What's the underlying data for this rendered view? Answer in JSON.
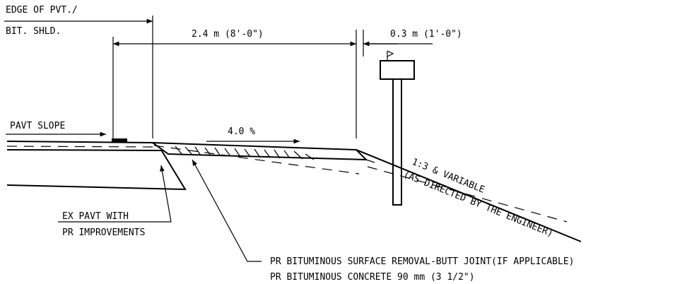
{
  "labels": {
    "edge_line1": "EDGE OF PVT./",
    "edge_line2": "BIT. SHLD.",
    "dim_width": "2.4 m (8'-0\")",
    "dim_offset": "0.3 m (1'-0\")",
    "pavt_slope": "PAVT SLOPE",
    "slope_pct": "4.0 %",
    "side_slope": "1:3 & VARIABLE",
    "as_directed": "(AS DIRECTED BY THE ENGINEER)",
    "ex_pavt_line1": "EX PAVT WITH",
    "ex_pavt_line2": "PR IMPROVEMENTS",
    "note_line1": "PR BITUMINOUS SURFACE REMOVAL-BUTT JOINT(IF APPLICABLE)",
    "note_line2": "PR BITUMINOUS CONCRETE 90 mm (3 1/2\")"
  },
  "icons": {
    "flag": "flag-icon"
  }
}
